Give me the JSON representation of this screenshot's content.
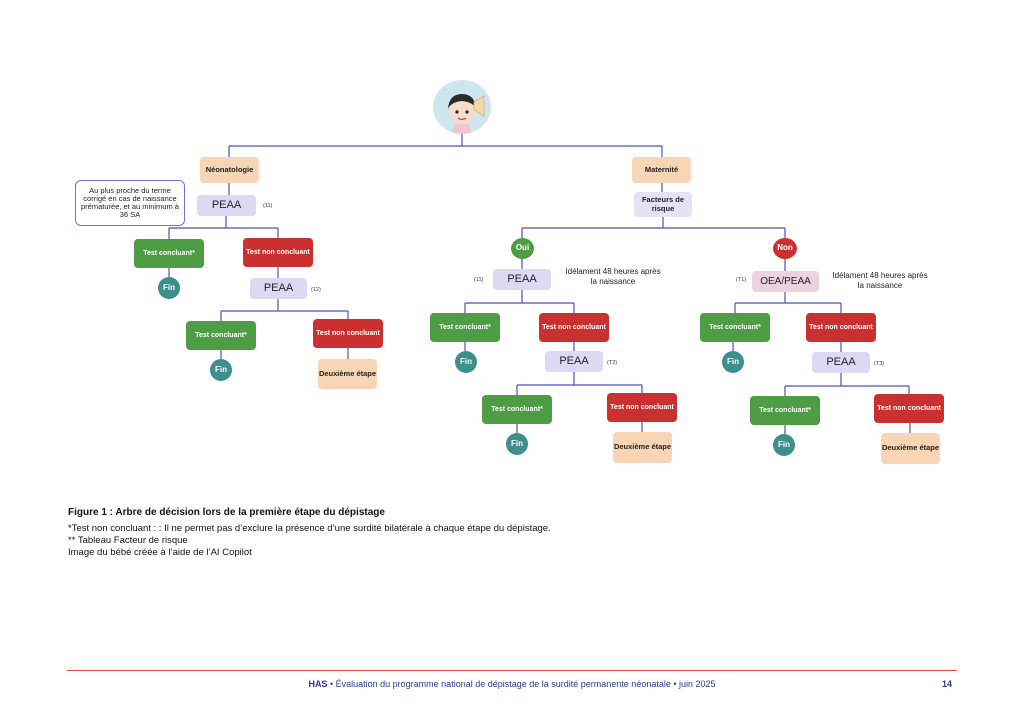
{
  "tree": {
    "root": {
      "image": "baby-illustration"
    },
    "left": {
      "branch": "Néonatologie",
      "note": "Au plus proche du terme corrigé en cas de naissance prématurée, et au minimum à 36 SA",
      "test1": "PEAA",
      "test1_ref": "(11)",
      "pass1": "Test concluant*",
      "fail1": "Test non concluant",
      "fin1": "Fin",
      "test2": "PEAA",
      "test2_ref": "(12)",
      "pass2": "Test concluant*",
      "fail2": "Test non concluant",
      "fin2": "Fin",
      "next": "Deuxième étape"
    },
    "right": {
      "branch": "Maternité",
      "risk": "Facteurs de risque",
      "oui": {
        "label": "Oui",
        "test1_ref": "(11)",
        "test1": "PEAA",
        "timing": "Idélament 48 heures après la naissance",
        "pass1": "Test concluant*",
        "fail1": "Test non concluant",
        "fin1": "Fin",
        "test2": "PEAA",
        "test2_ref": "(T2)",
        "pass2": "Test concluant*",
        "fail2": "Test non concluant",
        "fin2": "Fin",
        "next": "Deuxième étape"
      },
      "non": {
        "label": "Non",
        "test1_ref": "(T1)",
        "test1": "OEA/PEAA",
        "timing": "Idélament 48 heures après la naissance",
        "pass1": "Test concluant*",
        "fail1": "Test non concluant",
        "fin1": "Fin",
        "test2": "PEAA",
        "test2_ref": "(T3)",
        "pass2": "Test concluant*",
        "fail2": "Test non concluant",
        "fin2": "Fin",
        "next": "Deuxième étape"
      }
    }
  },
  "caption": {
    "title": "Figure 1 : Arbre de décision lors de la première étape du dépistage",
    "line1": "*Test non concluant : : Il ne permet pas d’exclure la présence d’une surdité bilatérale à chaque étape du dépistage.",
    "line2": "** Tableau Facteur de risque",
    "line3": "Image du bébé créée à l’aide de l’AI Copilot"
  },
  "footer": {
    "brand": "HAS",
    "text": " • Évaluation du programme national de dépistage de la surdité permanente néonatale • juin 2025",
    "page": "14"
  },
  "colors": {
    "line": "#4b52b3",
    "peach": "#f7d5b5",
    "lavender": "#ddd9f3",
    "green": "#4e9c43",
    "red": "#c9302f",
    "fin": "#3c8f8a",
    "footer_rule": "#e0522d",
    "footer_text": "#2b3a8c"
  }
}
